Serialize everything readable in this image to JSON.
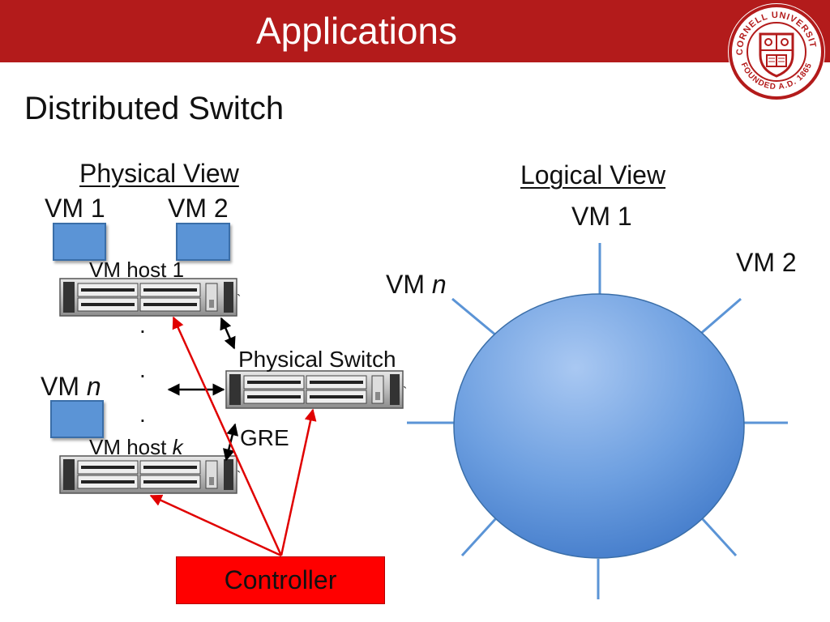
{
  "slide": {
    "title": "Applications",
    "subtitle": "Distributed Switch",
    "accent_color": "#b31b1b"
  },
  "logo": {
    "name": "Cornell University seal",
    "text_top": "CORNELL UNIVERSITY",
    "text_bottom": "FOUNDED A.D. 1865"
  },
  "physical_view": {
    "heading": "Physical View",
    "vm1": "VM 1",
    "vm2": "VM 2",
    "vm_n_prefix": "VM ",
    "vm_n_var": "n",
    "host1": "VM host 1",
    "hostk_prefix": "VM host ",
    "hostk_var": "k",
    "switch_label": "Physical Switch",
    "gre_label": "GRE",
    "controller": "Controller",
    "dots": ".",
    "tick": "`"
  },
  "logical_view": {
    "heading": "Logical View",
    "vm1": "VM 1",
    "vm2": "VM 2",
    "vm_n_prefix": "VM ",
    "vm_n_var": "n"
  },
  "colors": {
    "vm_box": "#5b94d6",
    "controller": "#ff0000",
    "control_arrows": "#e00000",
    "data_arrows": "#000000",
    "sphere": "#5b94d6",
    "spokes": "#5b94d6"
  }
}
